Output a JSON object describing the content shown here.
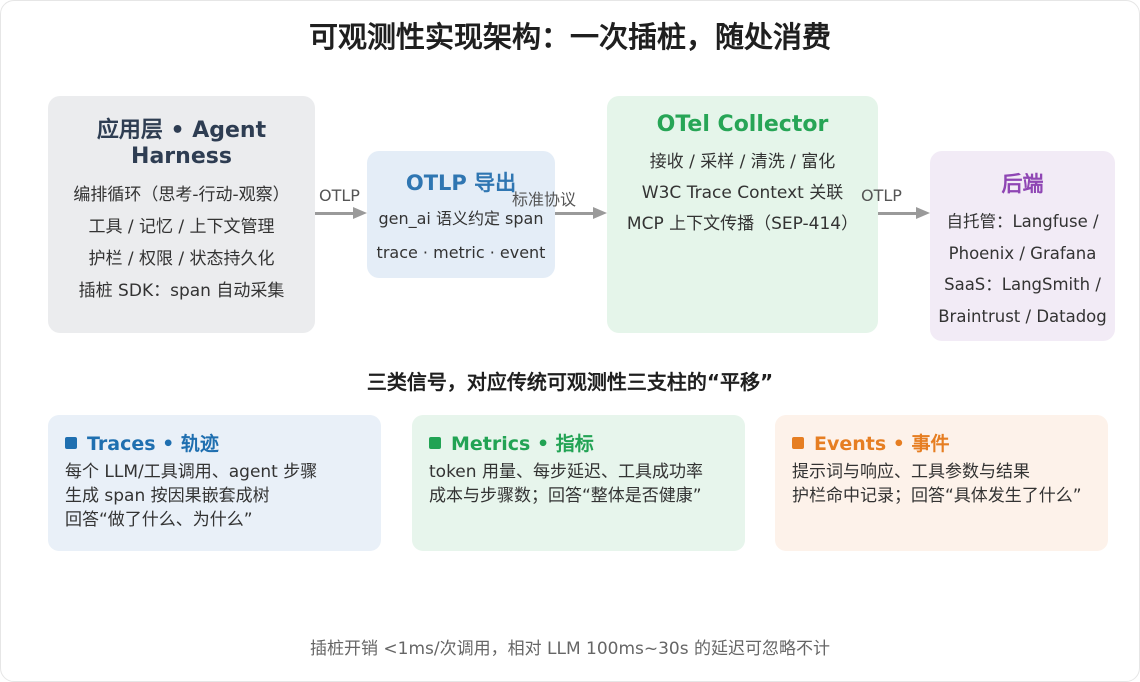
{
  "title": "可观测性实现架构：一次插桩，随处消费",
  "app": {
    "title": "应用层 • Agent Harness",
    "lines": [
      "编排循环（思考-行动-观察）",
      "工具 / 记忆 / 上下文管理",
      "护栏 / 权限 / 状态持久化",
      "插桩 SDK：span 自动采集"
    ]
  },
  "otlp": {
    "title": "OTLP 导出",
    "lines": [
      "gen_ai 语义约定 span",
      "trace · metric · event"
    ]
  },
  "collector": {
    "title": "OTel Collector",
    "lines": [
      "接收 / 采样 / 清洗 / 富化",
      "W3C Trace Context 关联",
      "MCP 上下文传播（SEP-414）"
    ]
  },
  "backend": {
    "title": "后端",
    "lines": [
      "自托管：Langfuse /",
      "Phoenix / Grafana",
      "SaaS：LangSmith /",
      "Braintrust / Datadog"
    ]
  },
  "arrows": {
    "a1": "OTLP",
    "a2": "标准协议",
    "a3": "OTLP"
  },
  "signals_title": "三类信号，对应传统可观测性三支柱的“平移”",
  "signals": {
    "traces": {
      "title": "Traces • 轨迹",
      "lines": [
        "每个 LLM/工具调用、agent 步骤",
        "生成 span 按因果嵌套成树",
        "回答“做了什么、为什么”"
      ]
    },
    "metrics": {
      "title": "Metrics • 指标",
      "lines": [
        "token 用量、每步延迟、工具成功率",
        "成本与步骤数；回答“整体是否健康”"
      ]
    },
    "events": {
      "title": "Events • 事件",
      "lines": [
        "提示词与响应、工具参数与结果",
        "护栏命中记录；回答“具体发生了什么”"
      ]
    }
  },
  "footer": "插桩开销 <1ms/次调用，相对 LLM 100ms~30s 的延迟可忽略不计",
  "colors": {
    "traces": "#1f6fb0",
    "metrics": "#22a354",
    "events": "#e67e22",
    "otlp": "#2f76b2",
    "collector": "#27a556",
    "backend": "#8f46b4"
  }
}
